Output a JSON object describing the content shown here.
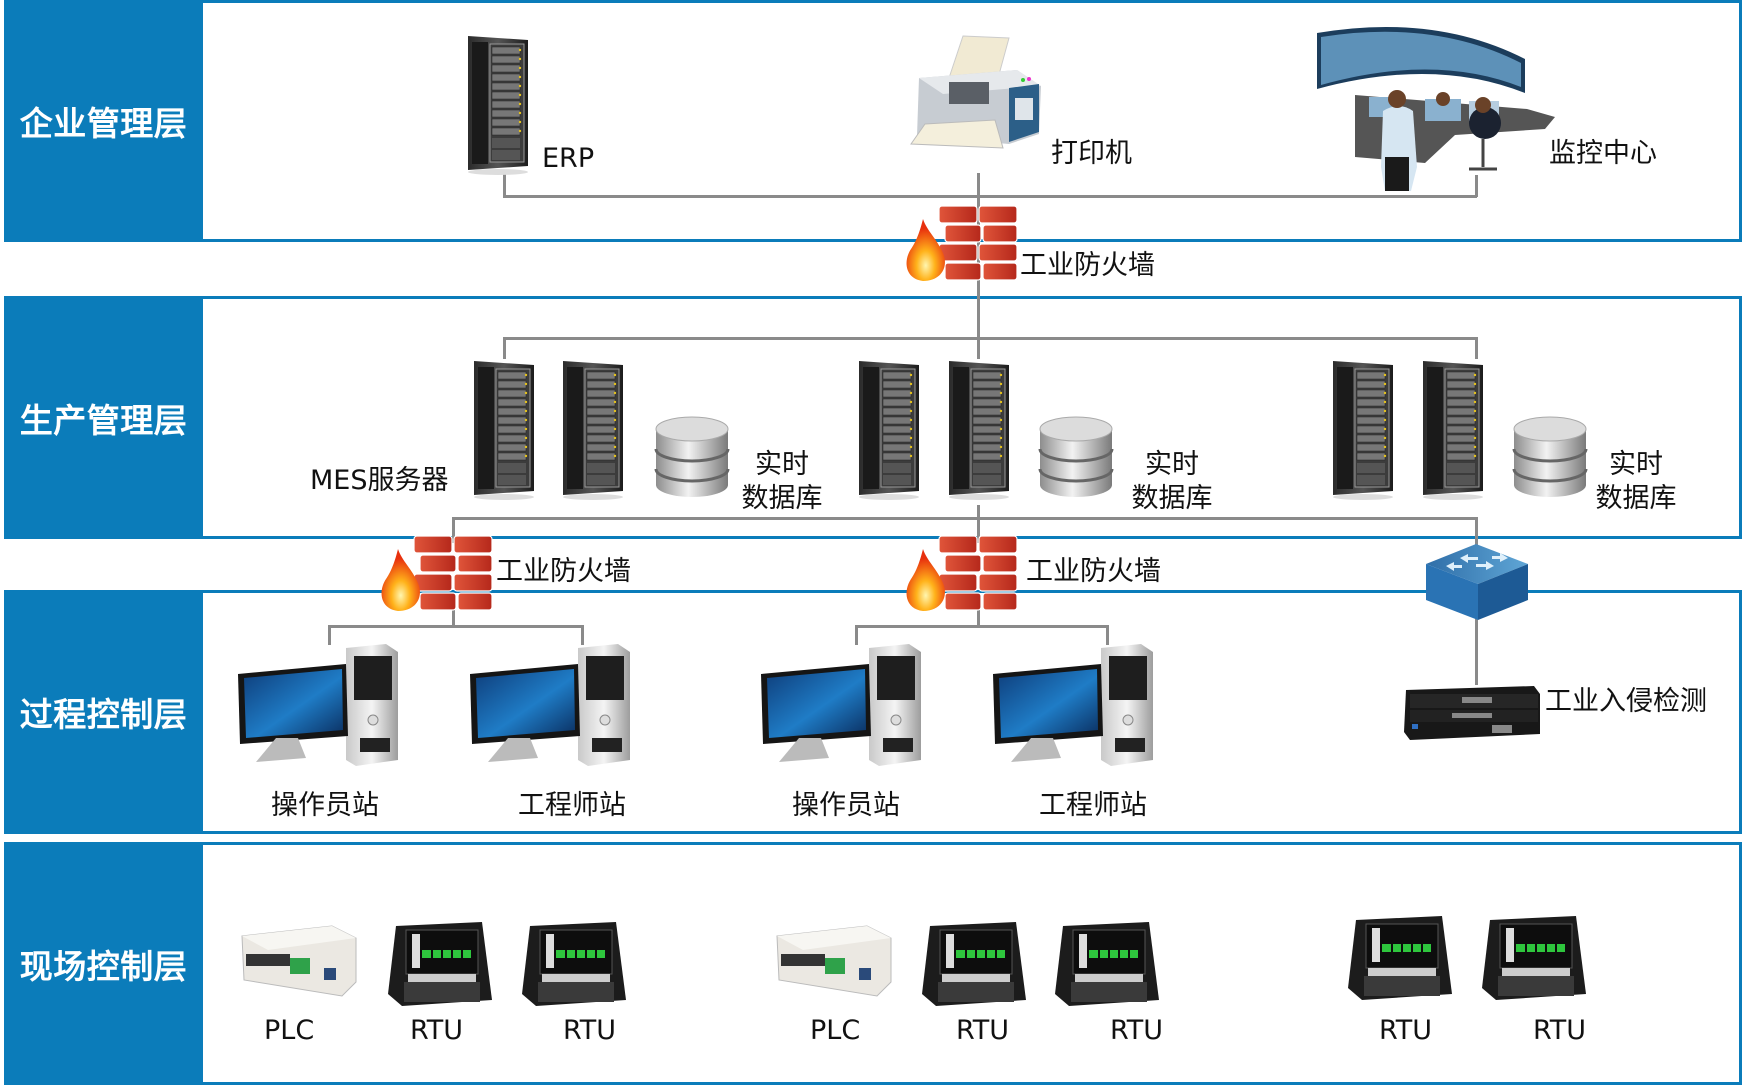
{
  "colors": {
    "band": "#0b7cba",
    "wire": "#8a8a8a",
    "text": "#111111"
  },
  "layers": [
    {
      "label": "企业管理层"
    },
    {
      "label": "生产管理层"
    },
    {
      "label": "过程控制层"
    },
    {
      "label": "现场控制层"
    }
  ],
  "enterprise": {
    "erp": "ERP",
    "printer": "打印机",
    "monitor_center": "监控中心"
  },
  "firewalls": [
    "工业防火墙",
    "工业防火墙",
    "工业防火墙"
  ],
  "production": {
    "mes_label": "MES服务器",
    "db_groups": [
      {
        "line1": "实时",
        "line2": "数据库"
      },
      {
        "line1": "实时",
        "line2": "数据库"
      },
      {
        "line1": "实时",
        "line2": "数据库"
      }
    ]
  },
  "process": {
    "stations": [
      "操作员站",
      "工程师站",
      "操作员站",
      "工程师站"
    ],
    "ids": "工业入侵检测"
  },
  "field": {
    "devices": [
      "PLC",
      "RTU",
      "RTU",
      "PLC",
      "RTU",
      "RTU",
      "RTU",
      "RTU"
    ]
  }
}
